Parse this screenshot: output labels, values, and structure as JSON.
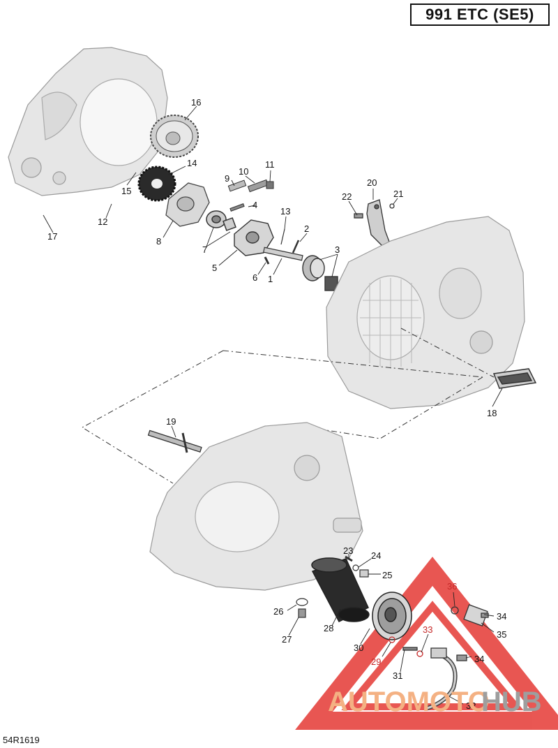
{
  "header": {
    "model_title": "991 ETC (SE5)"
  },
  "footer": {
    "reference_code": "54R1619"
  },
  "watermark": {
    "word_part1": "AUTOMOTO",
    "word_part2": "HUB",
    "color_main": "#f4b183",
    "color_secondary": "#9e9e9e",
    "triangle_color": "#e53935"
  },
  "colors": {
    "part_line": "#555555",
    "part_fill": "#e6e6e6",
    "dark_part": "#2a2a2a",
    "highlight_callout": "#c62828"
  },
  "callouts": [
    {
      "id": "c1",
      "label": "1"
    },
    {
      "id": "c2",
      "label": "2"
    },
    {
      "id": "c3",
      "label": "3"
    },
    {
      "id": "c4",
      "label": "4"
    },
    {
      "id": "c5",
      "label": "5"
    },
    {
      "id": "c6",
      "label": "6"
    },
    {
      "id": "c7",
      "label": "7"
    },
    {
      "id": "c8",
      "label": "8"
    },
    {
      "id": "c9",
      "label": "9"
    },
    {
      "id": "c10",
      "label": "10"
    },
    {
      "id": "c11",
      "label": "11"
    },
    {
      "id": "c12",
      "label": "12"
    },
    {
      "id": "c13",
      "label": "13"
    },
    {
      "id": "c14",
      "label": "14"
    },
    {
      "id": "c15",
      "label": "15"
    },
    {
      "id": "c16",
      "label": "16"
    },
    {
      "id": "c17",
      "label": "17"
    },
    {
      "id": "c18",
      "label": "18"
    },
    {
      "id": "c19",
      "label": "19"
    },
    {
      "id": "c20",
      "label": "20"
    },
    {
      "id": "c21",
      "label": "21"
    },
    {
      "id": "c22",
      "label": "22"
    },
    {
      "id": "c23",
      "label": "23"
    },
    {
      "id": "c24",
      "label": "24"
    },
    {
      "id": "c25",
      "label": "25"
    },
    {
      "id": "c26",
      "label": "26"
    },
    {
      "id": "c27",
      "label": "27"
    },
    {
      "id": "c28",
      "label": "28"
    },
    {
      "id": "c29",
      "label": "29"
    },
    {
      "id": "c30",
      "label": "30"
    },
    {
      "id": "c31",
      "label": "31"
    },
    {
      "id": "c32",
      "label": "32"
    },
    {
      "id": "c33",
      "label": "33"
    },
    {
      "id": "c34a",
      "label": "34"
    },
    {
      "id": "c34b",
      "label": "34"
    },
    {
      "id": "c35",
      "label": "35"
    },
    {
      "id": "c36",
      "label": "36"
    }
  ]
}
